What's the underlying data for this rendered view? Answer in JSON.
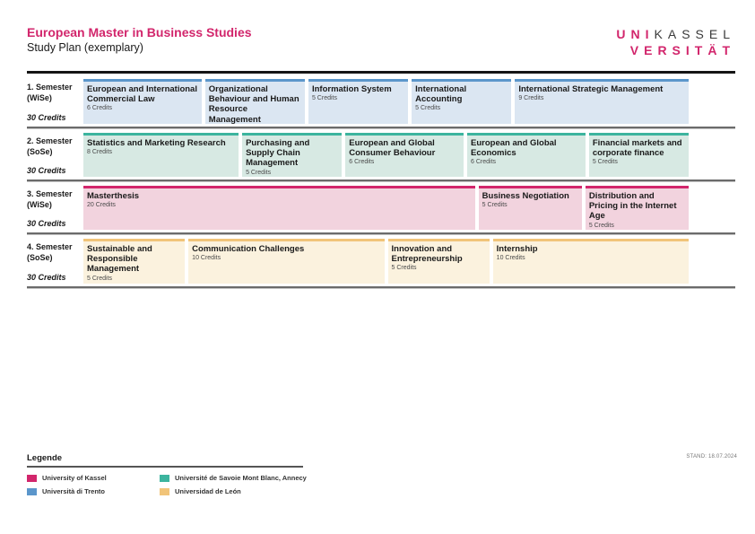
{
  "header": {
    "title": "European Master in Business Studies",
    "subtitle": "Study Plan (exemplary)"
  },
  "logo": {
    "uni": "UNI",
    "kassel": "KASSEL",
    "versitat": "VERSITÄT"
  },
  "colors": {
    "kassel": {
      "bar": "#d2266c",
      "body": "#f2d3de"
    },
    "trento": {
      "bar": "#5b96cb",
      "body": "#dbe6f2"
    },
    "savoie": {
      "bar": "#3cb49e",
      "body": "#d7e9e3"
    },
    "leon": {
      "bar": "#f1c479",
      "body": "#fbf2de"
    }
  },
  "semesters": [
    {
      "label": "1. Semester",
      "term": "(WiSe)",
      "credits_total": "30 Credits",
      "color_key": "trento",
      "courses": [
        {
          "title": "European and International Commercial Law",
          "credits": 6,
          "credits_text": "6 Credits"
        },
        {
          "title": "Organizational Behaviour and Human Resource Management",
          "credits": 5,
          "credits_text": "5 Credits"
        },
        {
          "title": "Information System",
          "credits": 5,
          "credits_text": "5 Credits"
        },
        {
          "title": "International Accounting",
          "credits": 5,
          "credits_text": "5 Credits"
        },
        {
          "title": "International Strategic Management",
          "credits": 9,
          "credits_text": "9 Credits"
        }
      ]
    },
    {
      "label": "2. Semester",
      "term": "(SoSe)",
      "credits_total": "30 Credits",
      "color_key": "savoie",
      "courses": [
        {
          "title": "Statistics and Marketing Research",
          "credits": 8,
          "credits_text": "8 Credits"
        },
        {
          "title": "Purchasing and Supply Chain Management",
          "credits": 5,
          "credits_text": "5 Credits"
        },
        {
          "title": "European and Global Consumer Behaviour",
          "credits": 6,
          "credits_text": "6 Credits"
        },
        {
          "title": "European and Global Economics",
          "credits": 6,
          "credits_text": "6 Credits"
        },
        {
          "title": "Financial markets and corporate finance",
          "credits": 5,
          "credits_text": "5 Credits"
        }
      ]
    },
    {
      "label": "3. Semester",
      "term": "(WiSe)",
      "credits_total": "30 Credits",
      "color_key": "kassel",
      "courses": [
        {
          "title": "Masterthesis",
          "credits": 20,
          "credits_text": "20 Credits"
        },
        {
          "title": "Business Negotiation",
          "credits": 5,
          "credits_text": "5 Credits"
        },
        {
          "title": "Distribution and Pricing in the Internet Age",
          "credits": 5,
          "credits_text": "5 Credits"
        }
      ]
    },
    {
      "label": "4. Semester",
      "term": "(SoSe)",
      "credits_total": "30 Credits",
      "color_key": "leon",
      "courses": [
        {
          "title": "Sustainable and Responsible Management",
          "credits": 5,
          "credits_text": "5 Credits"
        },
        {
          "title": "Communication Challenges",
          "credits": 10,
          "credits_text": "10 Credits"
        },
        {
          "title": "Innovation and Entrepreneurship",
          "credits": 5,
          "credits_text": "5 Credits"
        },
        {
          "title": "Internship",
          "credits": 10,
          "credits_text": "10 Credits"
        }
      ]
    }
  ],
  "legend": {
    "heading": "Legende",
    "items": [
      {
        "label": "University of Kassel",
        "color_key": "kassel"
      },
      {
        "label": "Università di Trento",
        "color_key": "trento"
      },
      {
        "label": "Université de Savoie Mont Blanc, Annecy",
        "color_key": "savoie"
      },
      {
        "label": "Universidad de León",
        "color_key": "leon"
      }
    ]
  },
  "footer": {
    "stand": "STAND: 18.07.2024"
  }
}
